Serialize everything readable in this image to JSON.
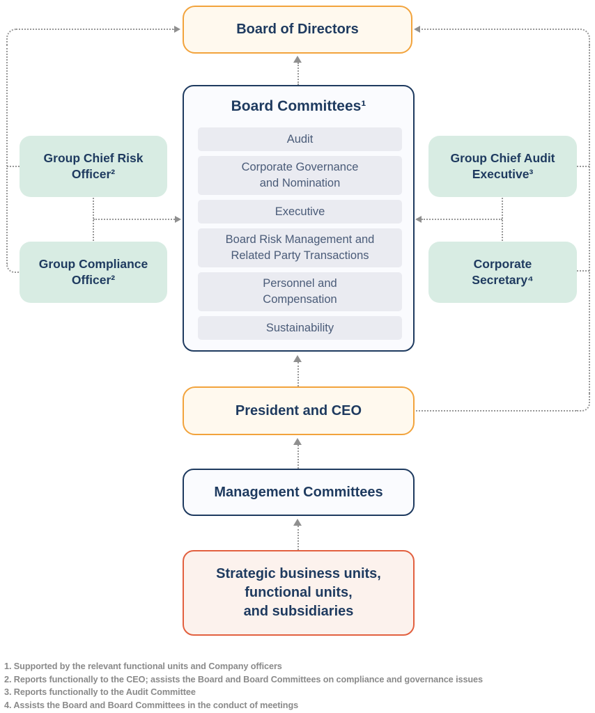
{
  "diagram": {
    "board_of_directors": {
      "label": "Board of Directors"
    },
    "board_committees": {
      "title": "Board Committees¹",
      "items": [
        "Audit",
        "Corporate Governance\nand Nomination",
        "Executive",
        "Board Risk Management and\nRelated Party Transactions",
        "Personnel and\nCompensation",
        "Sustainability"
      ]
    },
    "left_column": [
      {
        "label": "Group Chief Risk\nOfficer²"
      },
      {
        "label": "Group Compliance\nOfficer²"
      }
    ],
    "right_column": [
      {
        "label": "Group Chief Audit\nExecutive³"
      },
      {
        "label": "Corporate\nSecretary⁴"
      }
    ],
    "president_and_ceo": {
      "label": "President and CEO"
    },
    "management_committees": {
      "label": "Management Committees"
    },
    "strategic_units": {
      "label": "Strategic business units,\nfunctional units,\nand subsidiaries"
    }
  },
  "footnotes": [
    "1. Supported by the relevant functional units and Company officers",
    "2. Reports functionally to the CEO; assists the Board and Board Committees on compliance and governance issues",
    "3. Reports functionally to the Audit Committee",
    "4. Assists the Board and Board Committees in the conduct of meetings"
  ],
  "colors": {
    "accent_orange": "#F2A33C",
    "accent_red_orange": "#E2603F",
    "navy": "#1E3A5F",
    "mint_fill": "#D8ECE3",
    "cream_fill": "#FFF9EE",
    "committee_item_fill": "#EAEBF1",
    "committee_item_text": "#4A5B78",
    "connector_gray": "#979797",
    "footnote_gray": "#8A8A8A"
  }
}
